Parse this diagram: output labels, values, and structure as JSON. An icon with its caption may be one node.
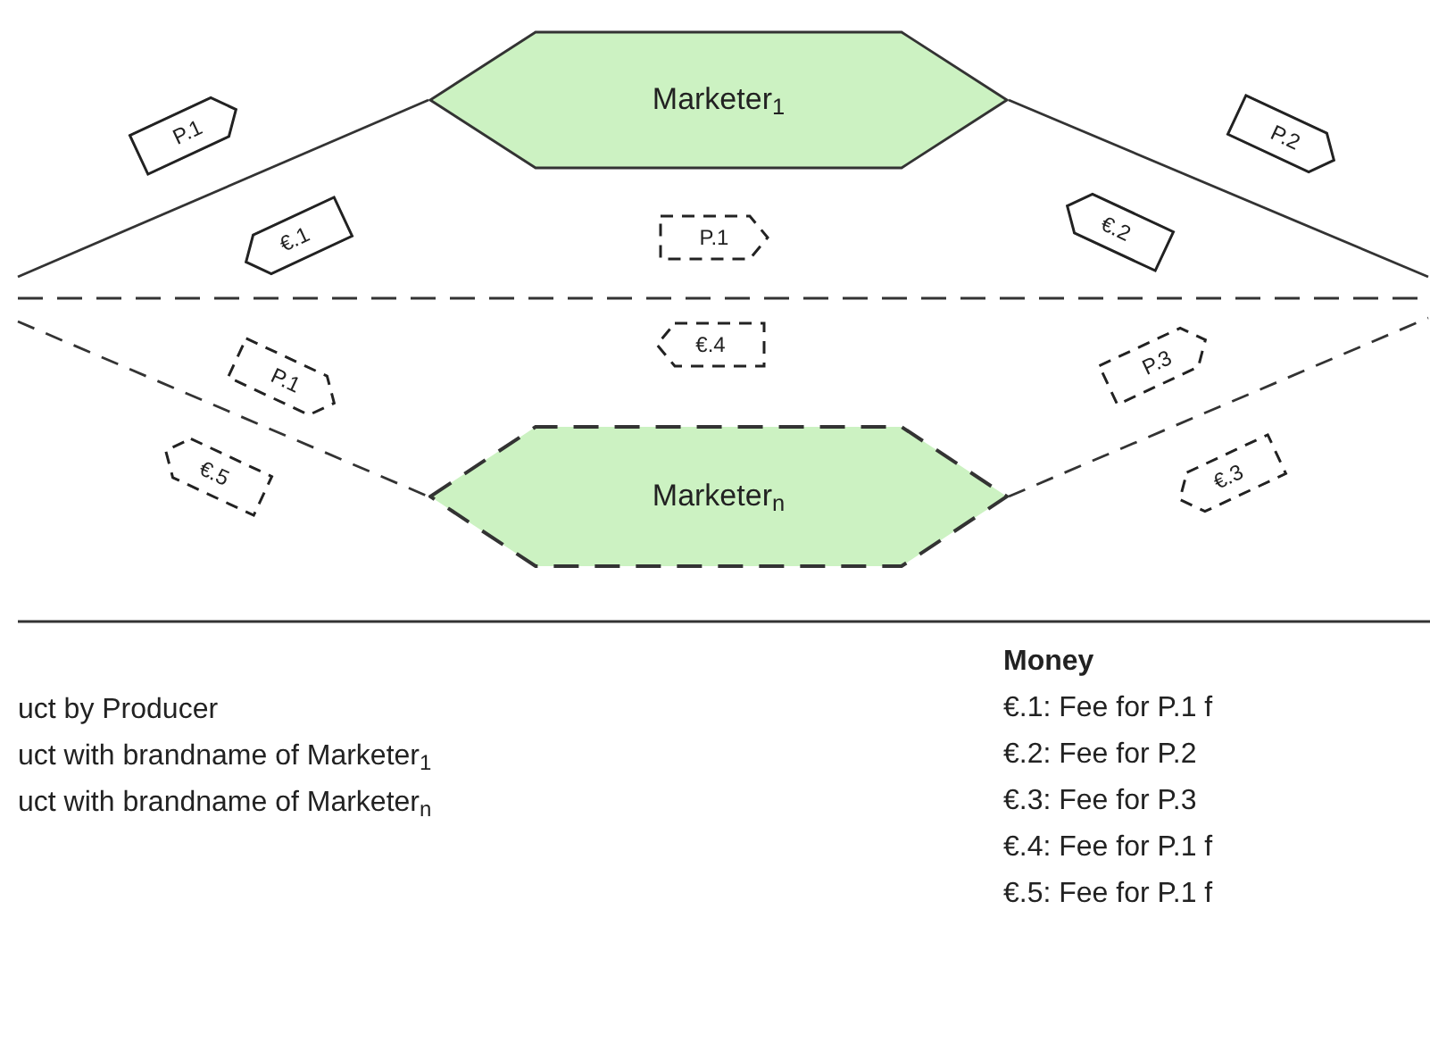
{
  "diagram": {
    "nodes": [
      {
        "text": [
          "Marketer$_{1}$"
        ]
      },
      {
        "text": [
          "P.1"
        ]
      },
      {
        "text": [
          "P.2"
        ]
      },
      {
        "text": [
          "€.1"
        ]
      },
      {
        "text": [
          "€.2"
        ]
      },
      {
        "text": [
          "P.1"
        ]
      },
      {
        "text": [
          "€.4"
        ]
      },
      {
        "text": [
          "P.1"
        ]
      },
      {
        "text": [
          "P.3"
        ]
      },
      {
        "text": [
          "€.5"
        ]
      },
      {
        "text": [
          "€.3"
        ]
      },
      {
        "text": [
          "Marketer$_{n}$"
        ]
      }
    ],
    "edges": [
      {
        "from": null,
        "to": 0,
        "arrow": "none"
      },
      {
        "from": 0,
        "to": null,
        "arrow": "none"
      },
      {
        "from": null,
        "to": 11,
        "arrow": "none",
        "style": "dashed"
      },
      {
        "from": 11,
        "to": null,
        "arrow": "none",
        "style": "dashed"
      }
    ],
    "labels": [
      "uct by Producer",
      "uct with brandname of Marketer$_{1}$",
      "uct with brandname of Marketer$_{n}$",
      "Money",
      "€.1: Fee for P.1 f",
      "€.2: Fee for P.2",
      "€.3: Fee for P.3",
      "€.4: Fee for P.1 f",
      "€.5: Fee for P.1 f"
    ]
  }
}
